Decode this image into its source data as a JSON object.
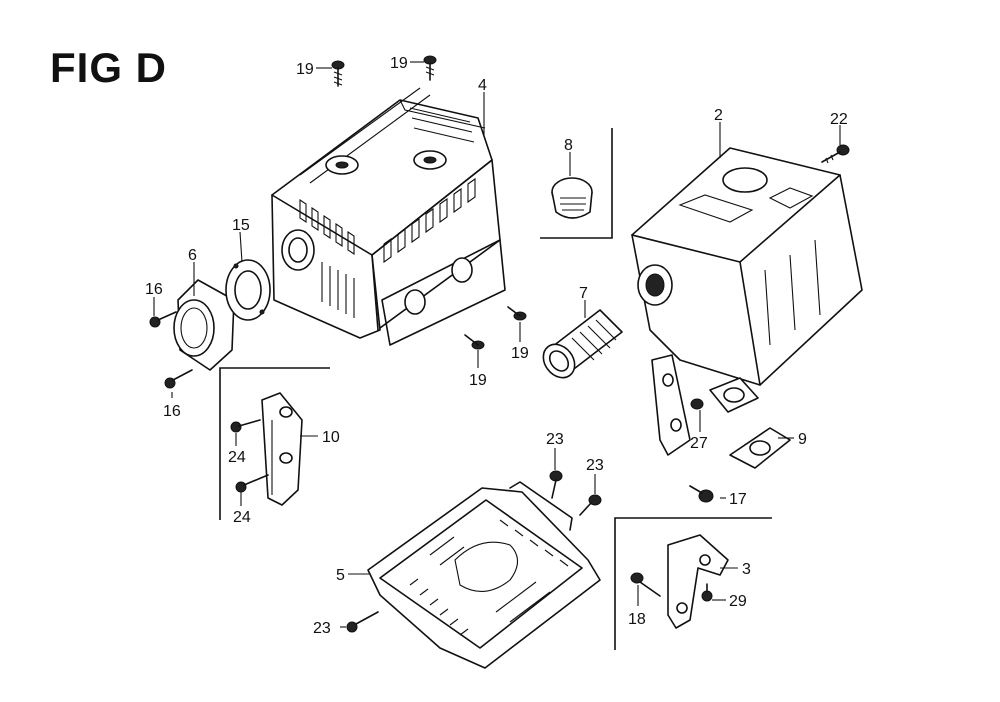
{
  "figure": {
    "title": "FIG D"
  },
  "callouts": {
    "c2": "2",
    "c3": "3",
    "c4": "4",
    "c5": "5",
    "c6": "6",
    "c7": "7",
    "c8": "8",
    "c9": "9",
    "c10": "10",
    "c15": "15",
    "c16a": "16",
    "c16b": "16",
    "c17": "17",
    "c18": "18",
    "c19a": "19",
    "c19b": "19",
    "c19c": "19",
    "c19d": "19",
    "c22": "22",
    "c23a": "23",
    "c23b": "23",
    "c23c": "23",
    "c24a": "24",
    "c24b": "24",
    "c27": "27",
    "c29": "29"
  }
}
